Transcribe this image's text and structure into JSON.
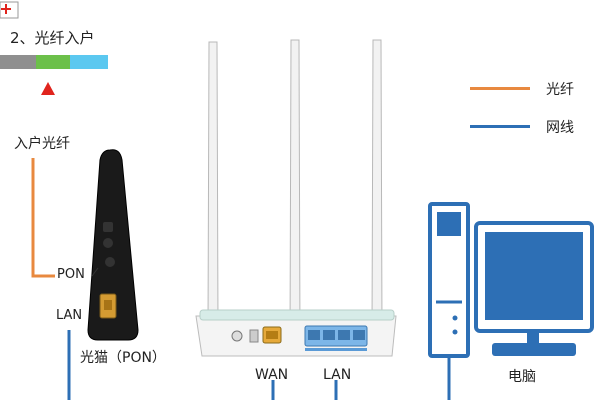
{
  "step": {
    "title": "2、光纤入户"
  },
  "legend": {
    "items": [
      {
        "label": "光纤",
        "color": "#e8893f"
      },
      {
        "label": "网线",
        "color": "#2d6fb5"
      }
    ]
  },
  "onu": {
    "fiber_in_label": "入户光纤",
    "pon_label": "PON",
    "lan_label": "LAN",
    "device_label": "光猫（PON）"
  },
  "router": {
    "wan_label": "WAN",
    "lan_label": "LAN"
  },
  "computer": {
    "label": "电脑"
  },
  "colors": {
    "fiber": "#e8893f",
    "cable": "#2d6fb5",
    "progress_gray": "#8f8f8f",
    "progress_green": "#6cc04a",
    "progress_blue": "#5bc8f0",
    "marker_red": "#e0241d"
  }
}
